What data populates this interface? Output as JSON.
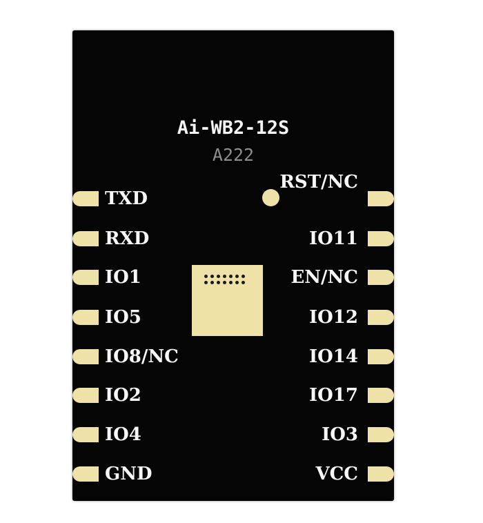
{
  "module": {
    "model": "Ai-WB2-12S",
    "code": "A222"
  },
  "colors": {
    "board": "#050505",
    "pad": "#eee2a8",
    "label": "#f7f7f7",
    "code_text": "#8d8d8d"
  },
  "left_pins": [
    "TXD",
    "RXD",
    "IO1",
    "IO5",
    "IO8/NC",
    "IO2",
    "IO4",
    "GND"
  ],
  "right_pins": [
    "RST/NC",
    "IO11",
    "EN/NC",
    "IO12",
    "IO14",
    "IO17",
    "IO3",
    "VCC"
  ]
}
